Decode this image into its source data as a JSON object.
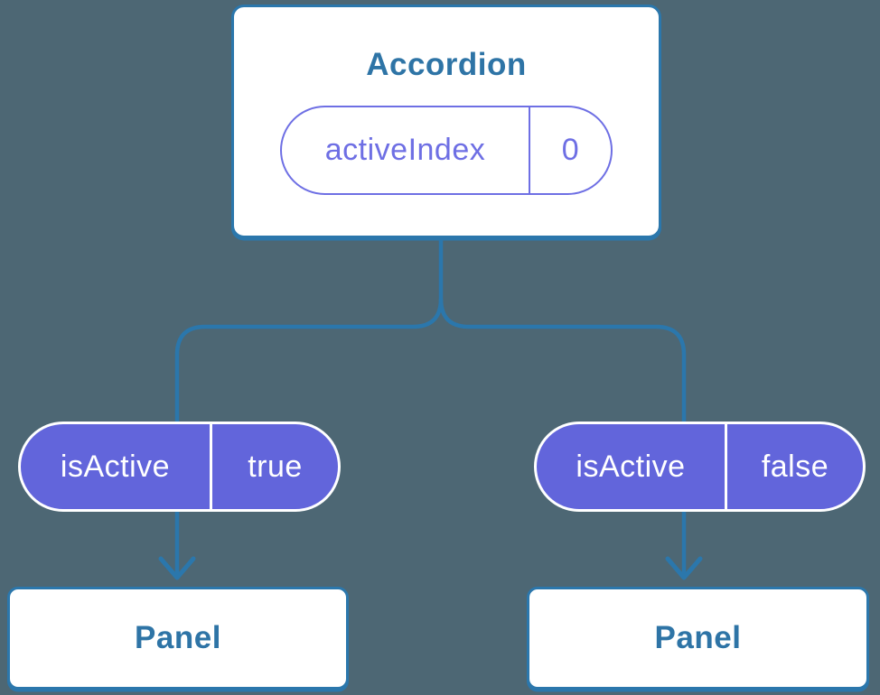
{
  "diagram": {
    "root": {
      "title": "Accordion",
      "state": {
        "name": "activeIndex",
        "value": "0"
      }
    },
    "branches": [
      {
        "prop": {
          "name": "isActive",
          "value": "true"
        },
        "child": {
          "title": "Panel"
        }
      },
      {
        "prop": {
          "name": "isActive",
          "value": "false"
        },
        "child": {
          "title": "Panel"
        }
      }
    ]
  },
  "colors": {
    "background": "#4D6774",
    "connector_blue": "#2B77AC",
    "card_text_blue": "#2E74A6",
    "pill_fill_purple": "#6265DB",
    "pill_outline_purple": "#6E6FE4",
    "card_white": "#FFFFFF"
  }
}
